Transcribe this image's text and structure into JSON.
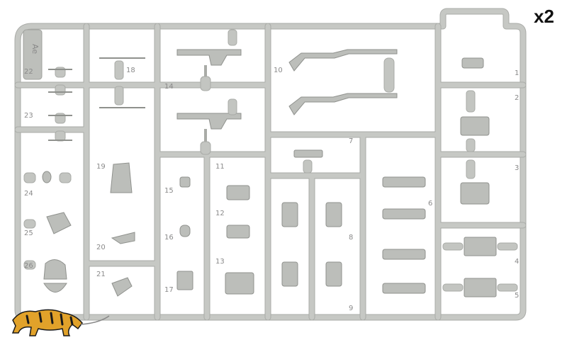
{
  "quantity_label": "x2",
  "sprue": {
    "letter": "Ae",
    "part_numbers": [
      "1",
      "2",
      "3",
      "4",
      "5",
      "6",
      "7",
      "8",
      "9",
      "10",
      "11",
      "12",
      "13",
      "14",
      "15",
      "16",
      "17",
      "18",
      "19",
      "20",
      "21",
      "22",
      "23",
      "24",
      "25",
      "26"
    ]
  },
  "colors": {
    "plastic": "#c6c8c4",
    "plastic_edge": "#a9aba7",
    "parts": "#b9bbb7",
    "logo_orange": "#e1a22a",
    "logo_dark": "#1a1a1a"
  },
  "icons": [
    "tiger-logo-icon"
  ]
}
